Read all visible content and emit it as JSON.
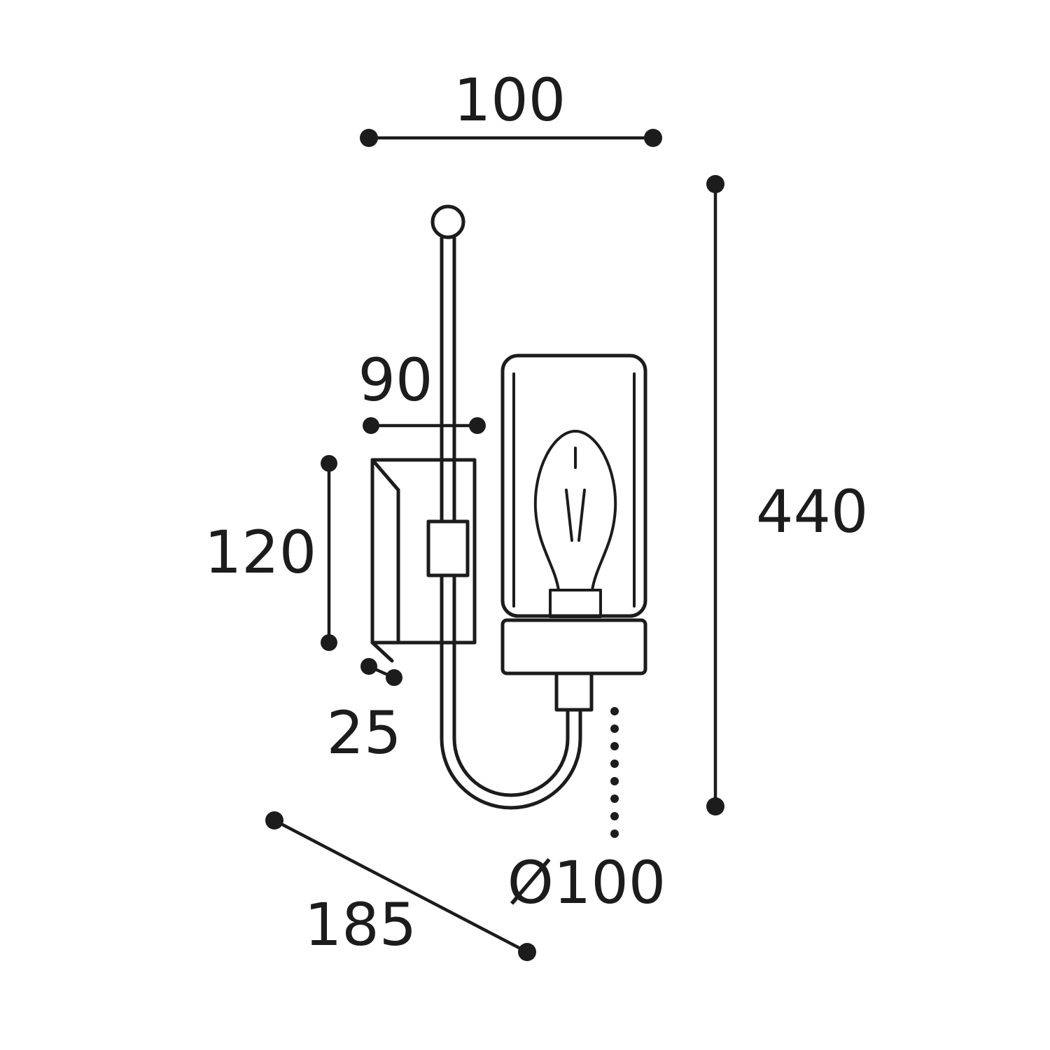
{
  "diagram": {
    "type": "technical-dimension-drawing",
    "subject": "wall lamp with cylindrical glass shade and pull chain",
    "background_color": "#ffffff",
    "line_color": "#1c1c1c",
    "labels": {
      "top_width": "100",
      "overall_height": "440",
      "backplate_width": "90",
      "backplate_height": "120",
      "backplate_depth": "25",
      "overall_projection": "185",
      "shade_diameter": "Ø100"
    }
  }
}
